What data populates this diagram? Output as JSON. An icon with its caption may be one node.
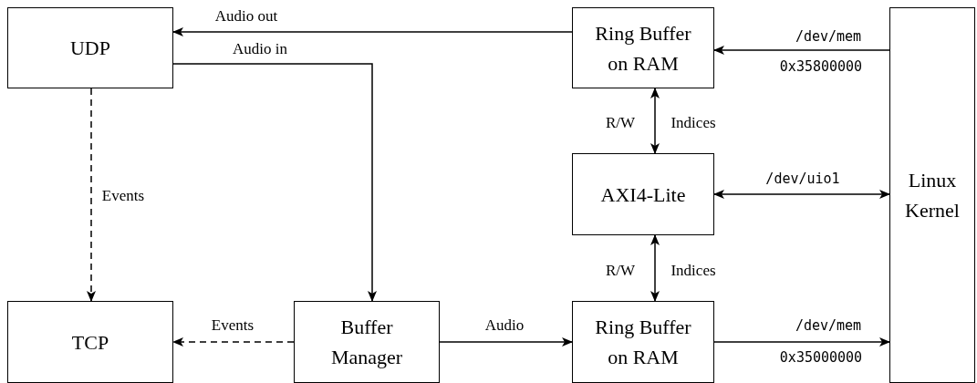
{
  "diagram": {
    "nodes": [
      {
        "text": [
          "UDP"
        ]
      },
      {
        "text": [
          "Ring Buffer on RAM"
        ]
      },
      {
        "text": [
          "Linux Kernel"
        ]
      },
      {
        "text": [
          "AXI4-Lite"
        ]
      },
      {
        "text": [
          "TCP"
        ]
      },
      {
        "text": [
          "Buffer Manager"
        ]
      },
      {
        "text": [
          "Ring Buffer on RAM"
        ]
      }
    ],
    "edges": [
      {
        "from": 1,
        "to": 0,
        "arrow": "to",
        "label": "Audio out"
      },
      {
        "from": 0,
        "to": 5,
        "arrow": "to",
        "label": "Audio in"
      },
      {
        "from": 0,
        "to": 4,
        "arrow": "to",
        "label": "Events",
        "style": "dashed"
      },
      {
        "from": 5,
        "to": 4,
        "arrow": "to",
        "label": "Events",
        "style": "dashed"
      },
      {
        "from": 5,
        "to": 6,
        "arrow": "to",
        "label": "Audio"
      },
      {
        "from": 2,
        "to": 1,
        "arrow": "to",
        "label": "/dev/mem"
      },
      {
        "from": 1,
        "to": 3,
        "arrow": "both"
      },
      {
        "from": 3,
        "to": 2,
        "arrow": "both",
        "label": "/dev/uio1"
      },
      {
        "from": 3,
        "to": 6,
        "arrow": "both"
      },
      {
        "from": 6,
        "to": 2,
        "arrow": "to",
        "label": "/dev/mem"
      }
    ],
    "labels": [
      "0x35800000",
      "R/W",
      "Indices",
      "R/W",
      "Indices",
      "0x35000000"
    ]
  }
}
